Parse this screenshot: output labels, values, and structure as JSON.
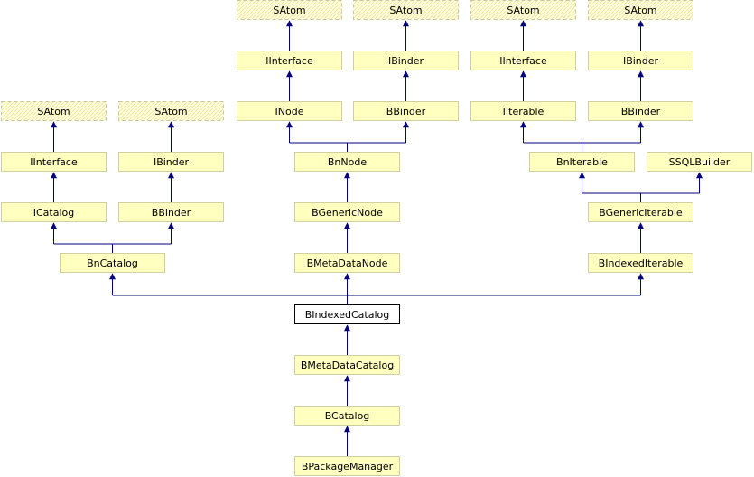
{
  "diagram": {
    "type": "class-inheritance-graph",
    "colors": {
      "node_fill": "#ffffc0",
      "node_border": "#d0d0a0",
      "focus_fill": "#ffffff",
      "focus_border": "#000000",
      "edge": "#000080",
      "external_border": "#c8c89a"
    },
    "nodes": [
      {
        "id": "satom1",
        "label": "SAtom",
        "style": "external"
      },
      {
        "id": "satom2",
        "label": "SAtom",
        "style": "external"
      },
      {
        "id": "satom3",
        "label": "SAtom",
        "style": "external"
      },
      {
        "id": "satom4",
        "label": "SAtom",
        "style": "external"
      },
      {
        "id": "satom5",
        "label": "SAtom",
        "style": "external"
      },
      {
        "id": "satom6",
        "label": "SAtom",
        "style": "external"
      },
      {
        "id": "iinterface1",
        "label": "IInterface",
        "style": "normal"
      },
      {
        "id": "ibinder1",
        "label": "IBinder",
        "style": "normal"
      },
      {
        "id": "iinterface2",
        "label": "IInterface",
        "style": "normal"
      },
      {
        "id": "ibinder2",
        "label": "IBinder",
        "style": "normal"
      },
      {
        "id": "iinterface3",
        "label": "IInterface",
        "style": "normal"
      },
      {
        "id": "ibinder3",
        "label": "IBinder",
        "style": "normal"
      },
      {
        "id": "inode",
        "label": "INode",
        "style": "normal"
      },
      {
        "id": "bbinder1",
        "label": "BBinder",
        "style": "normal"
      },
      {
        "id": "iiterable",
        "label": "IIterable",
        "style": "normal"
      },
      {
        "id": "bbinder2",
        "label": "BBinder",
        "style": "normal"
      },
      {
        "id": "icatalog",
        "label": "ICatalog",
        "style": "normal"
      },
      {
        "id": "bbinder3",
        "label": "BBinder",
        "style": "normal"
      },
      {
        "id": "bnnode",
        "label": "BnNode",
        "style": "normal"
      },
      {
        "id": "bniterable",
        "label": "BnIterable",
        "style": "normal"
      },
      {
        "id": "ssqlbuilder",
        "label": "SSQLBuilder",
        "style": "normal"
      },
      {
        "id": "bgenericnode",
        "label": "BGenericNode",
        "style": "normal"
      },
      {
        "id": "bgenericiterable",
        "label": "BGenericIterable",
        "style": "normal"
      },
      {
        "id": "bncatalog",
        "label": "BnCatalog",
        "style": "normal"
      },
      {
        "id": "bmetadatanode",
        "label": "BMetaDataNode",
        "style": "normal"
      },
      {
        "id": "bindexediterable",
        "label": "BIndexedIterable",
        "style": "normal"
      },
      {
        "id": "bindexedcatalog",
        "label": "BIndexedCatalog",
        "style": "focus"
      },
      {
        "id": "bmetadatacatalog",
        "label": "BMetaDataCatalog",
        "style": "normal"
      },
      {
        "id": "bcatalog",
        "label": "BCatalog",
        "style": "normal"
      },
      {
        "id": "bpackagemanager",
        "label": "BPackageManager",
        "style": "normal"
      }
    ],
    "edges": [
      {
        "child": "iinterface1",
        "parents": [
          "satom1"
        ]
      },
      {
        "child": "ibinder1",
        "parents": [
          "satom2"
        ]
      },
      {
        "child": "iinterface2",
        "parents": [
          "satom3"
        ]
      },
      {
        "child": "ibinder2",
        "parents": [
          "satom4"
        ]
      },
      {
        "child": "iinterface3",
        "parents": [
          "satom5"
        ]
      },
      {
        "child": "ibinder3",
        "parents": [
          "satom6"
        ]
      },
      {
        "child": "inode",
        "parents": [
          "iinterface1"
        ]
      },
      {
        "child": "bbinder1",
        "parents": [
          "ibinder1"
        ]
      },
      {
        "child": "iiterable",
        "parents": [
          "iinterface2"
        ]
      },
      {
        "child": "bbinder2",
        "parents": [
          "ibinder2"
        ]
      },
      {
        "child": "icatalog",
        "parents": [
          "iinterface3"
        ]
      },
      {
        "child": "bbinder3",
        "parents": [
          "ibinder3"
        ]
      },
      {
        "child": "bnnode",
        "parents": [
          "inode",
          "bbinder1"
        ]
      },
      {
        "child": "bniterable",
        "parents": [
          "iiterable",
          "bbinder2"
        ]
      },
      {
        "child": "bgenericnode",
        "parents": [
          "bnnode"
        ]
      },
      {
        "child": "bgenericiterable",
        "parents": [
          "bniterable",
          "ssqlbuilder"
        ]
      },
      {
        "child": "bncatalog",
        "parents": [
          "icatalog",
          "bbinder3"
        ]
      },
      {
        "child": "bmetadatanode",
        "parents": [
          "bgenericnode"
        ]
      },
      {
        "child": "bindexediterable",
        "parents": [
          "bgenericiterable"
        ]
      },
      {
        "child": "bindexedcatalog",
        "parents": [
          "bncatalog",
          "bmetadatanode",
          "bindexediterable"
        ]
      },
      {
        "child": "bmetadatacatalog",
        "parents": [
          "bindexedcatalog"
        ]
      },
      {
        "child": "bcatalog",
        "parents": [
          "bmetadatacatalog"
        ]
      },
      {
        "child": "bpackagemanager",
        "parents": [
          "bcatalog"
        ]
      }
    ]
  }
}
